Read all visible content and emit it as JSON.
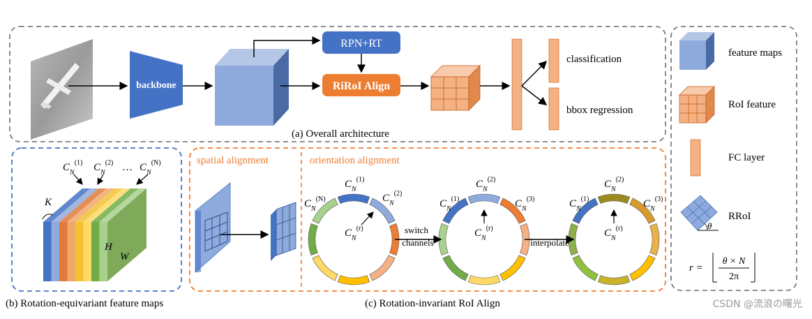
{
  "diagram": {
    "overall": {
      "caption": "(a) Overall architecture",
      "backbone_label": "backbone",
      "rpn_label": "RPN+RT",
      "rroi_align_label": "RiRoI Align",
      "classification_label": "classification",
      "bbox_label": "bbox regression"
    },
    "feature_maps_panel": {
      "caption": "(b) Rotation-equivariant feature maps",
      "top_labels": [
        "C",
        "N",
        "(1)",
        "C",
        "N",
        "(2)",
        "…",
        "C",
        "N",
        "(N)"
      ],
      "k_label": "K",
      "h_label": "H",
      "w_label": "W",
      "slice_colors": [
        "#4472c4",
        "#8faadc",
        "#e07a3a",
        "#f0a868",
        "#f2c233",
        "#ffd966",
        "#70ad47",
        "#a9d18e"
      ]
    },
    "rroi_align_panel": {
      "caption": "(c) Rotation-invariant RoI Align",
      "spatial_title": "spatial alignment",
      "orientation_title": "orientation alignment",
      "switch_label_1": "switch",
      "switch_label_2": "channels",
      "interpolate_label": "interpolate",
      "ring1": {
        "center": [
          "C",
          "N",
          "(r)"
        ],
        "labels": [
          [
            "C",
            "N",
            "(N)"
          ],
          [
            "C",
            "N",
            "(1)"
          ],
          [
            "C",
            "N",
            "(2)"
          ]
        ]
      },
      "ring2": {
        "center": [
          "C",
          "N",
          "(r)"
        ],
        "labels": [
          [
            "C",
            "N",
            "(1)"
          ],
          [
            "C",
            "N",
            "(2)"
          ],
          [
            "C",
            "N",
            "(3)"
          ]
        ]
      },
      "ring3": {
        "center": [
          "C",
          "N",
          "(r)"
        ],
        "labels": [
          [
            "C",
            "N",
            "(1)"
          ],
          [
            "C",
            "N",
            "(2)"
          ],
          [
            "C",
            "N",
            "(3)"
          ]
        ]
      }
    },
    "legend": {
      "feature_maps": "feature maps",
      "roi_feature": "RoI feature",
      "fc_layer": "FC layer",
      "rroi": "RRoI",
      "theta": "θ",
      "formula_left": "r =",
      "formula_num": "θ × N",
      "formula_den": "2π"
    },
    "watermark": "CSDN @流浪の曙光"
  },
  "colors": {
    "blue_dark": "#4472c4",
    "blue_light": "#8faadc",
    "orange": "#ed7d31",
    "peach": "#f4b183",
    "green": "#70ad47",
    "yellow": "#ffc000",
    "dashed_gray": "#7f7f7f",
    "dashed_blue": "#4472c4",
    "dashed_orange": "#ed7d31"
  }
}
